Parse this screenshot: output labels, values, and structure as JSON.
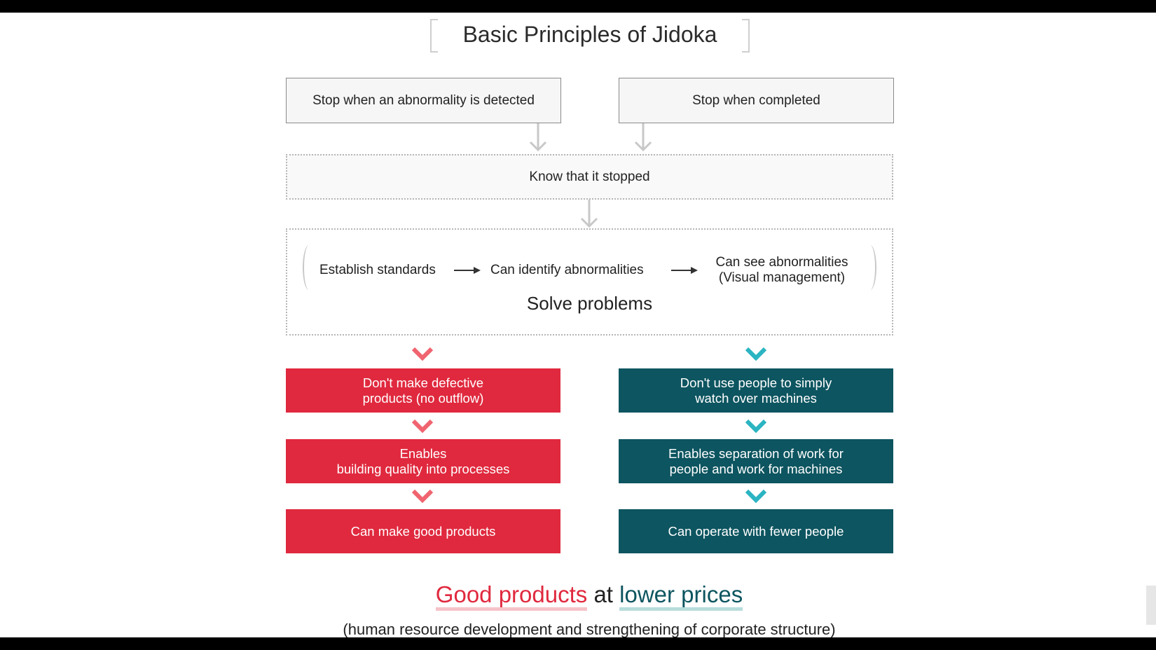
{
  "title": "Basic Principles of Jidoka",
  "top_left": "Stop when an abnormality is detected",
  "top_right": "Stop when completed",
  "know": "Know that it stopped",
  "steps": [
    "Establish standards",
    "Can identify abnormalities",
    "Can see abnormalities",
    "(Visual management)"
  ],
  "solve": "Solve problems",
  "left_chain": [
    "Don't make defective",
    "products (no outflow)",
    "Enables",
    "building quality into processes",
    "Can make good products"
  ],
  "right_chain": [
    "Don't use people to simply",
    "watch over machines",
    "Enables separation of work for",
    "people and work for machines",
    "Can operate with fewer people"
  ],
  "headline": {
    "good": "Good products",
    "at": "at",
    "lower": "lower prices"
  },
  "footnote": "(human resource development and strengthening of corporate structure)",
  "colors": {
    "red": "#e0293e",
    "teal": "#0d5560",
    "red_chevron": "#f0646f",
    "teal_chevron": "#2bb4c2",
    "connector": "#c8c8c8"
  }
}
